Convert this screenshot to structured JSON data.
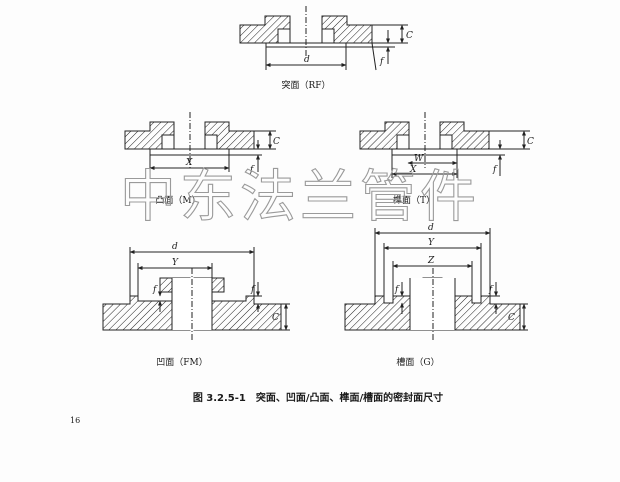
{
  "diagrams": {
    "rf": {
      "label": "突面（RF）",
      "dims": {
        "d": "d",
        "c": "C",
        "f": "f"
      }
    },
    "m": {
      "label": "凸面（M）",
      "dims": {
        "x": "X",
        "c": "C",
        "f": "f"
      }
    },
    "t": {
      "label": "榫面（T）",
      "dims": {
        "w": "W",
        "x": "X",
        "c": "C",
        "f": "f"
      }
    },
    "fm": {
      "label": "凹面（FM）",
      "dims": {
        "d": "d",
        "y": "Y",
        "c": "C",
        "f": "f"
      }
    },
    "g": {
      "label": "槽面（G）",
      "dims": {
        "d": "d",
        "y": "Y",
        "z": "Z",
        "c": "C",
        "f": "f"
      }
    }
  },
  "figure_caption": "图 3.2.5-1　突面、凹面/凸面、榫面/槽面的密封面尺寸",
  "page_number": "16",
  "watermark": "中东法兰管件"
}
